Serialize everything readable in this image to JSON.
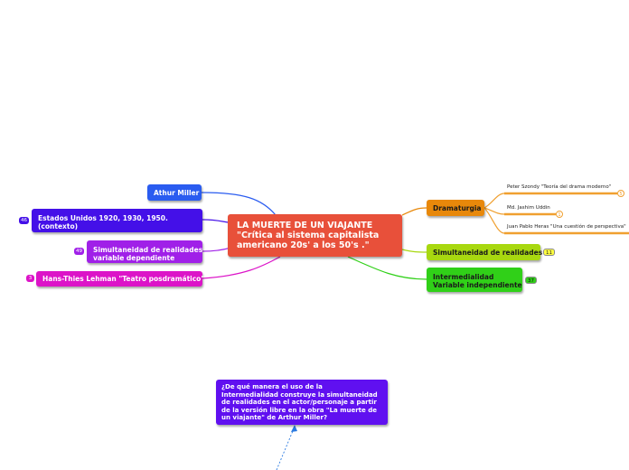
{
  "center": {
    "line1": "LA MUERTE DE UN VIAJANTE",
    "line2": "\"Crítica al sistema capitalista",
    "line3": "americano 20s' a los 50's .\""
  },
  "left": {
    "arthur": {
      "label": "Athur Miller"
    },
    "estados": {
      "line1": "Estados Unidos 1920, 1930, 1950.",
      "line2": "(contexto)",
      "badge": "46"
    },
    "simult": {
      "line1": "Simultaneidad de realidades",
      "line2": "variable dependiente",
      "badge": "49"
    },
    "hans": {
      "label": "Hans-Thies Lehman \"Teatro posdramático\"",
      "badge": "3"
    }
  },
  "right": {
    "dramaturgia": {
      "label": "Dramaturgia"
    },
    "leaves": [
      {
        "label": "Peter Szondy \"Teoría del drama moderno\"",
        "badge": "5"
      },
      {
        "label": "Md. Jashim Uddin",
        "badge": "1"
      },
      {
        "label": "Juan Pablo Heras \"Una cuestión de perspectiva\""
      }
    ],
    "simult": {
      "label": "Simultaneidad de realidades",
      "badge": "11"
    },
    "inter": {
      "line1": "Intermedialidad",
      "line2": "Variable independiente",
      "badge": "37"
    }
  },
  "question": {
    "line1": "¿De qué manera el uso de la",
    "line2": "Intermedialidad construye la simultaneidad",
    "line3": "de realidades en el actor/personaje a partir",
    "line4": "de la versión libre en la obra \"La muerte de",
    "line5": "un viajante\" de Arthur Miller?"
  },
  "colors": {
    "center": "#e8503a",
    "arthur": "#2a5cf0",
    "estados": "#4410e8",
    "simult_left": "#a020e8",
    "hans": "#dc14c8",
    "dramaturgia": "#e8880a",
    "simult_right": "#a8d810",
    "inter": "#30d018",
    "question": "#6010f0",
    "leaf_line": "#f0a030"
  }
}
